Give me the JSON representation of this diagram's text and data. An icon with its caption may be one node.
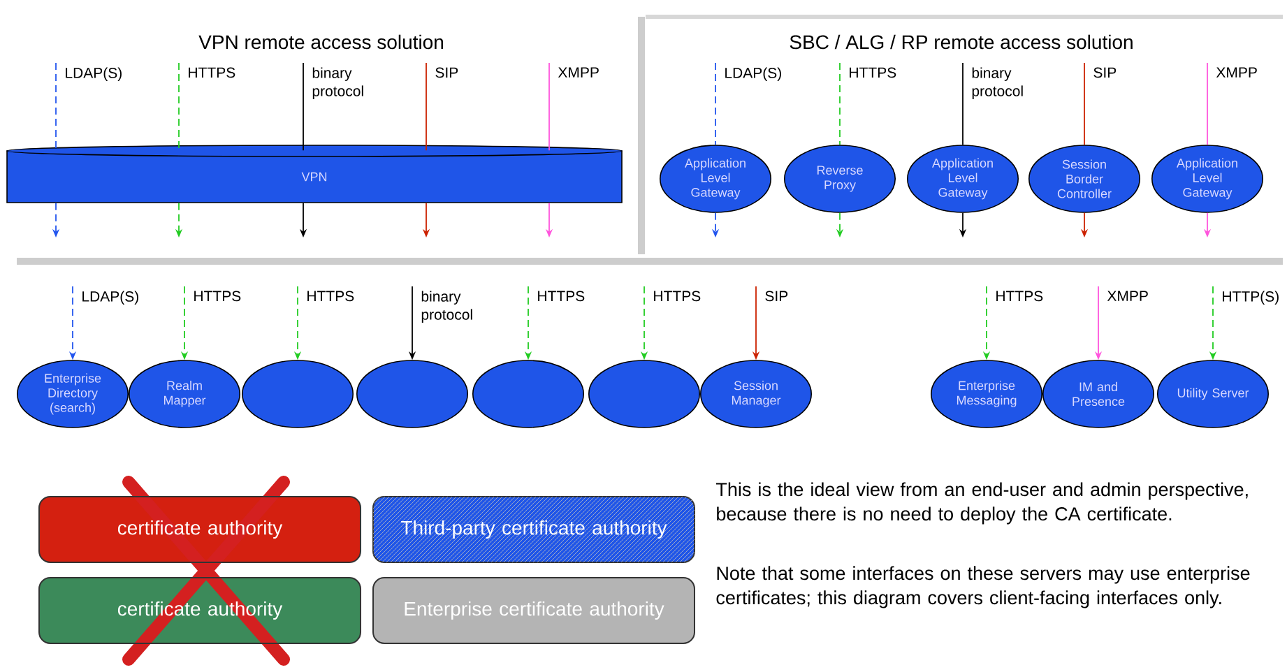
{
  "diagram": {
    "nodes": [
      {
        "text": [
          "VPN"
        ]
      },
      {
        "text": [
          "Application Level Gateway"
        ]
      },
      {
        "text": [
          "Reverse Proxy"
        ]
      },
      {
        "text": [
          "Application Level Gateway"
        ]
      },
      {
        "text": [
          "Session Border Controller"
        ]
      },
      {
        "text": [
          "Application Level Gateway"
        ]
      },
      {
        "text": [
          "Enterprise Directory (search)"
        ]
      },
      {
        "text": [
          "Realm Mapper"
        ]
      },
      {
        "text": [],
        "shape": "ellipse"
      },
      {
        "text": [],
        "shape": "ellipse"
      },
      {
        "text": [],
        "shape": "ellipse"
      },
      {
        "text": [],
        "shape": "ellipse"
      },
      {
        "text": [
          "Session Manager"
        ]
      },
      {
        "text": [
          "Enterprise Messaging"
        ]
      },
      {
        "text": [
          "IM and Presence"
        ]
      },
      {
        "text": [
          "Utility Server"
        ]
      },
      {
        "text": [
          "certificate authority"
        ]
      },
      {
        "text": [
          "Third-party certificate authority"
        ]
      },
      {
        "text": [
          "certificate authority"
        ]
      },
      {
        "text": [
          "Enterprise certificate authority"
        ]
      }
    ],
    "edges": [
      {
        "from": null,
        "to": 0,
        "arrow": "none",
        "label": "LDAP(S)",
        "style": "dashed",
        "color": "#2255ee"
      },
      {
        "from": 0,
        "to": null,
        "arrow": "to",
        "style": "dashed",
        "color": "#2255ee"
      },
      {
        "from": null,
        "to": 0,
        "arrow": "none",
        "label": "HTTPS",
        "style": "dashed",
        "color": "#22cc22"
      },
      {
        "from": 0,
        "to": null,
        "arrow": "to",
        "style": "dashed",
        "color": "#22cc22"
      },
      {
        "from": null,
        "to": 0,
        "arrow": "none",
        "label": "binary protocol",
        "color": "#000000"
      },
      {
        "from": 0,
        "to": null,
        "arrow": "to",
        "color": "#000000"
      },
      {
        "from": null,
        "to": 0,
        "arrow": "none",
        "label": "SIP",
        "color": "#cc2200"
      },
      {
        "from": 0,
        "to": null,
        "arrow": "to",
        "color": "#cc2200"
      },
      {
        "from": null,
        "to": 0,
        "arrow": "none",
        "label": "XMPP",
        "color": "#ff55dd"
      },
      {
        "from": 0,
        "to": null,
        "arrow": "to",
        "color": "#ff55dd"
      },
      {
        "from": null,
        "to": 1,
        "arrow": "none",
        "label": "LDAP(S)",
        "style": "dashed",
        "color": "#2255ee"
      },
      {
        "from": 1,
        "to": null,
        "arrow": "to",
        "style": "dashed",
        "color": "#2255ee"
      },
      {
        "from": null,
        "to": 2,
        "arrow": "none",
        "label": "HTTPS",
        "style": "dashed",
        "color": "#22cc22"
      },
      {
        "from": 2,
        "to": null,
        "arrow": "to",
        "style": "dashed",
        "color": "#22cc22"
      },
      {
        "from": null,
        "to": 3,
        "arrow": "none",
        "label": "binary protocol",
        "color": "#000000"
      },
      {
        "from": 3,
        "to": null,
        "arrow": "to",
        "color": "#000000"
      },
      {
        "from": null,
        "to": 4,
        "arrow": "none",
        "label": "SIP",
        "color": "#cc2200"
      },
      {
        "from": 4,
        "to": null,
        "arrow": "to",
        "color": "#cc2200"
      },
      {
        "from": null,
        "to": 5,
        "arrow": "none",
        "label": "XMPP",
        "color": "#ff55dd"
      },
      {
        "from": 5,
        "to": null,
        "arrow": "to",
        "color": "#ff55dd"
      },
      {
        "from": null,
        "to": 6,
        "arrow": "to",
        "label": "LDAP(S)",
        "style": "dashed",
        "color": "#2255ee"
      },
      {
        "from": null,
        "to": 7,
        "arrow": "to",
        "label": "HTTPS",
        "style": "dashed",
        "color": "#22cc22"
      },
      {
        "from": null,
        "to": 8,
        "arrow": "to",
        "label": "HTTPS",
        "style": "dashed",
        "color": "#22cc22"
      },
      {
        "from": null,
        "to": 9,
        "arrow": "to",
        "label": "binary protocol",
        "color": "#000000"
      },
      {
        "from": null,
        "to": 10,
        "arrow": "to",
        "label": "HTTPS",
        "style": "dashed",
        "color": "#22cc22"
      },
      {
        "from": null,
        "to": 11,
        "arrow": "to",
        "label": "HTTPS",
        "style": "dashed",
        "color": "#22cc22"
      },
      {
        "from": null,
        "to": 12,
        "arrow": "to",
        "label": "SIP",
        "color": "#cc2200"
      },
      {
        "from": null,
        "to": 13,
        "arrow": "to",
        "label": "HTTPS",
        "style": "dashed",
        "color": "#22cc22"
      },
      {
        "from": null,
        "to": 14,
        "arrow": "to",
        "label": "XMPP",
        "color": "#ff55dd"
      },
      {
        "from": null,
        "to": 15,
        "arrow": "to",
        "label": "HTTP(S)",
        "style": "dashed",
        "color": "#22cc22"
      }
    ],
    "labels": [
      "VPN remote access solution",
      "SBC / ALG / RP remote access solution",
      "This is the ideal view from an end-user and admin perspective, because there is no need to deploy the CA certificate.",
      "Note that some interfaces on these servers may use enterprise certificates; this diagram covers client-facing interfaces only."
    ]
  }
}
